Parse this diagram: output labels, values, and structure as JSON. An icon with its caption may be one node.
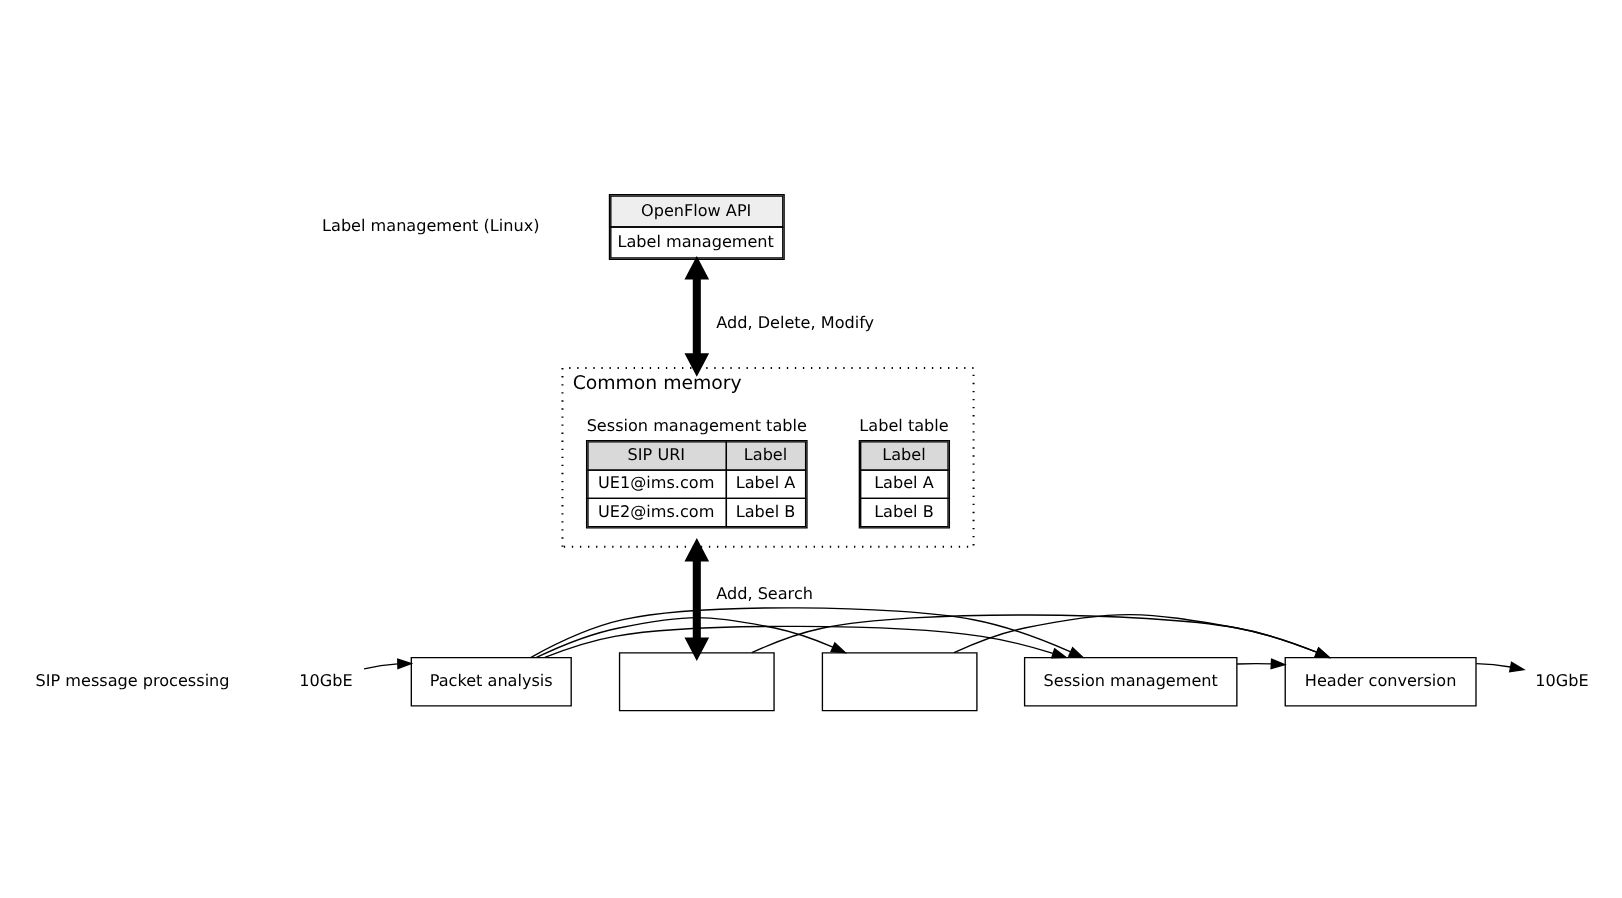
{
  "diagram": {
    "nodes": [
      {
        "text": [
          "OpenFlow API",
          "Label management"
        ]
      },
      {
        "text": [],
        "shape": "box",
        "beside": [
          "Common memory"
        ]
      },
      {
        "text": [
          "Label table",
          "Label",
          "Label A",
          "Label B"
        ],
        "in": 1
      },
      {
        "text": [
          "Session management table",
          "SIP URI",
          "Label",
          "UE1@ims.com",
          "Label A",
          "UE2@ims.com",
          "Label B"
        ],
        "in": 1
      },
      {
        "text": [
          "10GbE"
        ]
      },
      {
        "text": [
          "Packet analysis"
        ]
      },
      {
        "text": [],
        "shape": "box"
      },
      {
        "text": [],
        "shape": "box"
      },
      {
        "text": [
          "Session management"
        ]
      },
      {
        "text": [
          "Header conversion"
        ]
      },
      {
        "text": [
          "10GbE"
        ]
      }
    ],
    "edges": [
      {
        "from": 0,
        "to": 1,
        "arrow": "both",
        "label": "Add, Delete, Modify",
        "style": "thick"
      },
      {
        "from": 1,
        "to": 6,
        "arrow": "both",
        "label": "Add, Search",
        "style": "thick"
      },
      {
        "from": 4,
        "to": 5,
        "arrow": "to"
      },
      {
        "from": 5,
        "to": 7,
        "arrow": "to"
      },
      {
        "from": 5,
        "to": 8,
        "arrow": "to"
      },
      {
        "from": 5,
        "to": 8,
        "arrow": "to"
      },
      {
        "from": 6,
        "to": 9,
        "arrow": "to"
      },
      {
        "from": 7,
        "to": 9,
        "arrow": "to"
      },
      {
        "from": 8,
        "to": 9,
        "arrow": "to"
      },
      {
        "from": 9,
        "to": 10,
        "arrow": "to"
      }
    ],
    "labels": [
      "Label management (Linux)",
      "SIP message processing"
    ]
  }
}
